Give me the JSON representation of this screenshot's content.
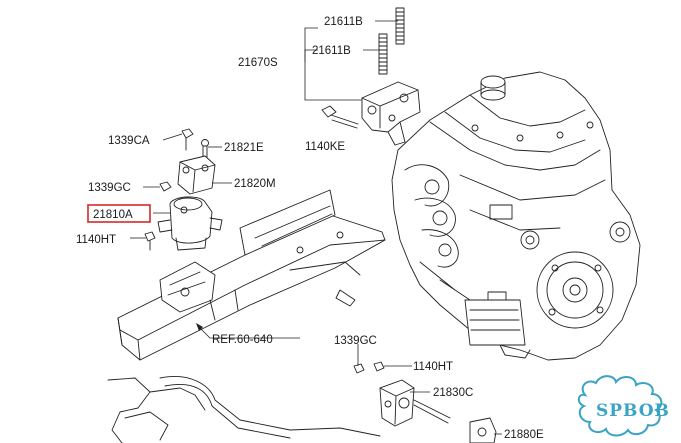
{
  "labels": {
    "p21611b_top": "21611B",
    "p21611b_mid": "21611B",
    "p21670s": "21670S",
    "p1140ke": "1140KE",
    "p1339ca": "1339CA",
    "p21821e": "21821E",
    "p1339gc_left": "1339GC",
    "p21820m": "21820M",
    "p21810a": "21810A",
    "p1140ht_left": "1140HT",
    "ref": "REF.60-640",
    "p1339gc_bottom": "1339GC",
    "p1140ht_bottom": "1140HT",
    "p21830c": "21830C",
    "p21880e": "21880E"
  },
  "highlight": {
    "part": "21810A",
    "color": "#d42a2a"
  },
  "watermark": {
    "text": "SPBOB",
    "color": "#3aa3c6"
  }
}
